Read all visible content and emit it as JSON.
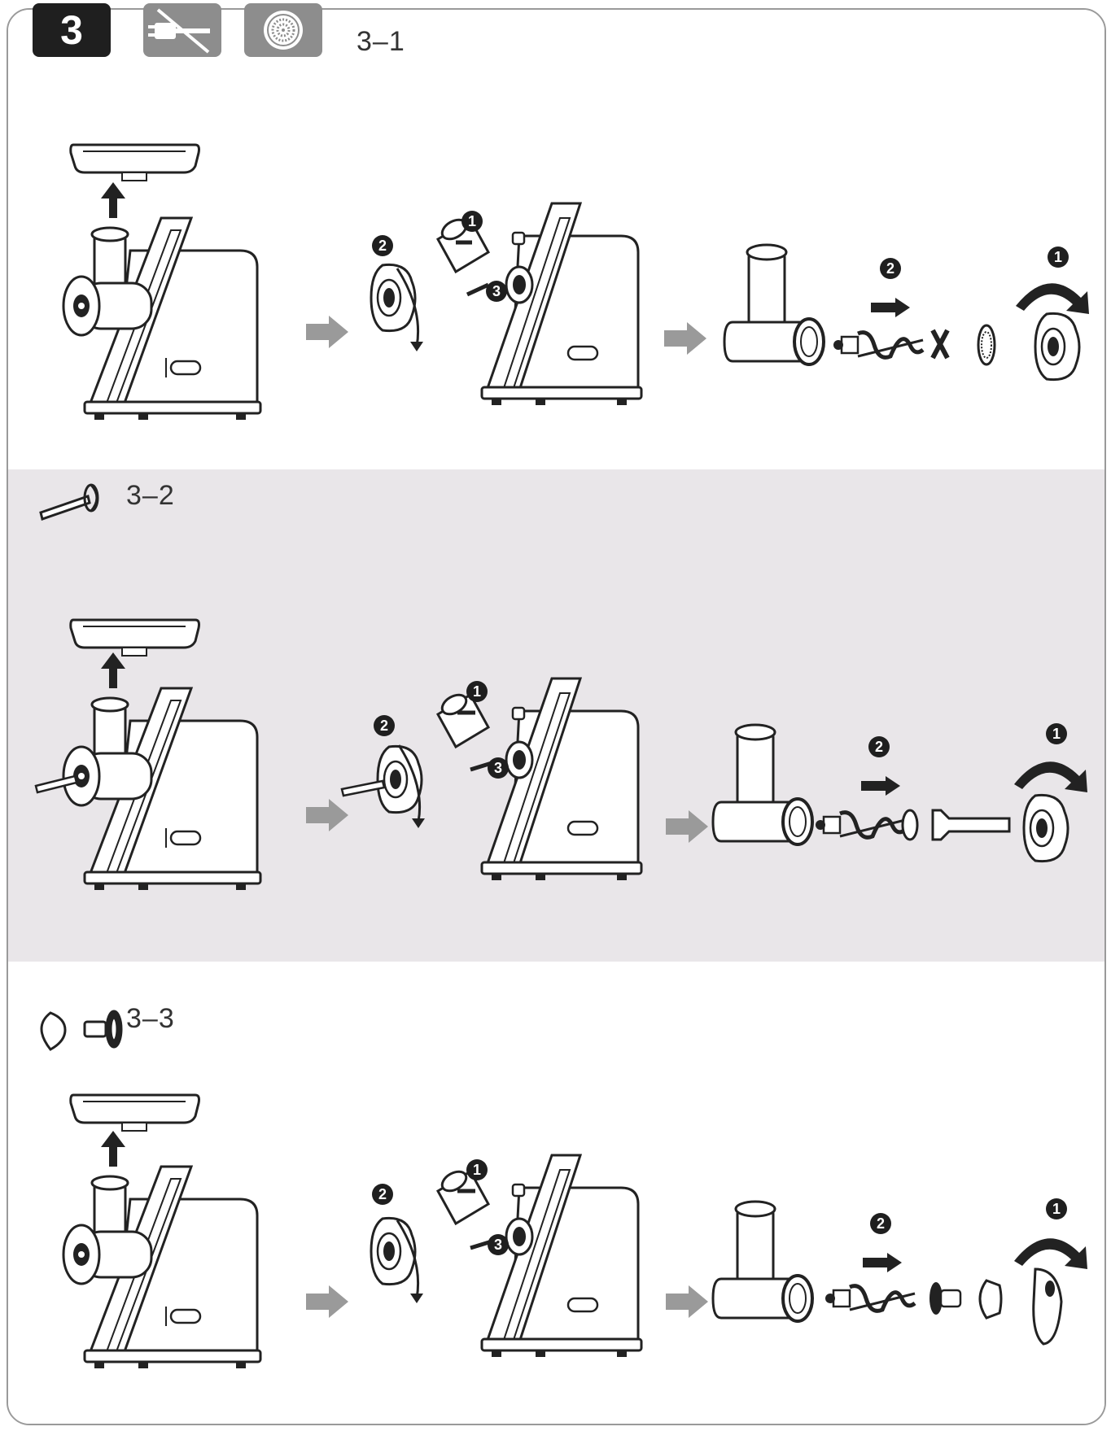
{
  "step": {
    "number": "3"
  },
  "header_icons": [
    {
      "icon": "unplug-icon"
    },
    {
      "icon": "grinding-plate-icon"
    }
  ],
  "sections": [
    {
      "id": "3-1",
      "label": "3–1",
      "accessory_icon": "grinding-plate-icon",
      "background": "#ffffff"
    },
    {
      "id": "3-2",
      "label": "3–2",
      "accessory_icon": "sausage-tube-icon",
      "background": "#e9e6e9"
    },
    {
      "id": "3-3",
      "label": "3–3",
      "accessory_icon": "kebbe-attachment-icon",
      "background": "#ffffff"
    }
  ],
  "step_markers": [
    "1",
    "2",
    "3"
  ],
  "colors": {
    "arrow": "#9a9a9a",
    "badge": "#1f1f1f",
    "alt_band": "#e9e6e9",
    "frame": "#9a9a9a"
  }
}
